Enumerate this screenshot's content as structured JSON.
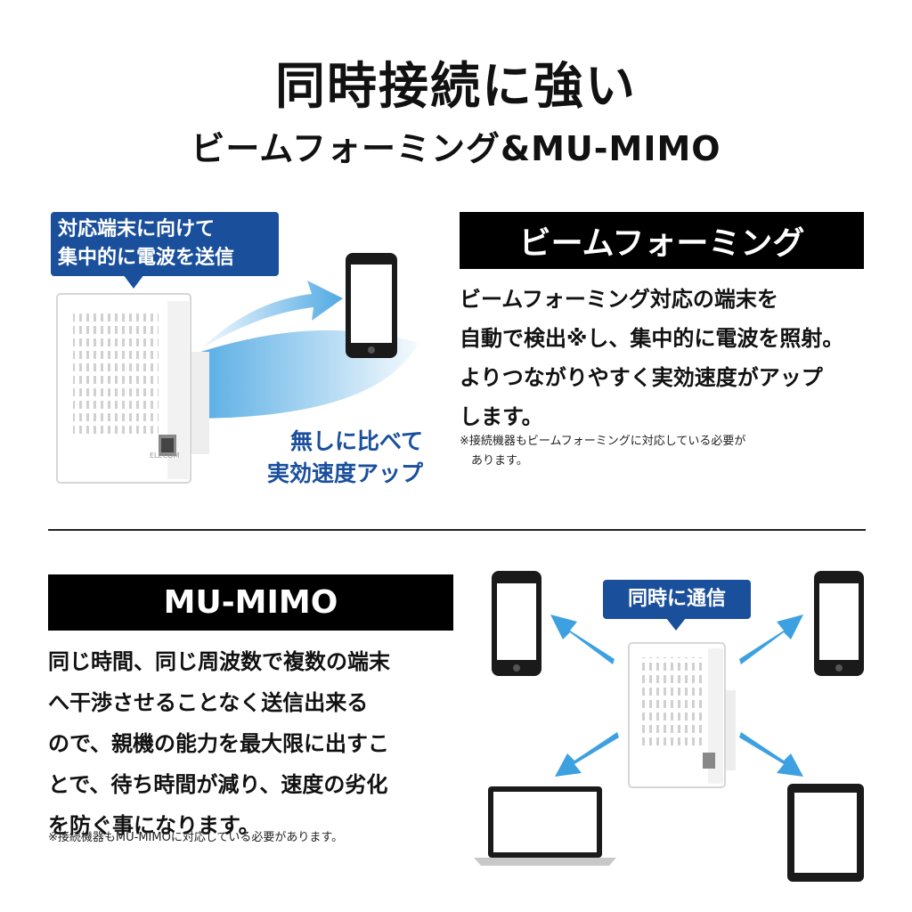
{
  "heading": {
    "title": "同時接続に強い",
    "subtitle": "ビームフォーミング&MU-MIMO"
  },
  "beamforming": {
    "bar_label": "ビームフォーミング",
    "callout_lines": [
      "対応端末に向けて",
      "集中的に電波を送信"
    ],
    "compare_lines": [
      "無しに比べて",
      "実効速度アップ"
    ],
    "description_lines": [
      "ビームフォーミング対応の端末を",
      "自動で検出※し、集中的に電波を照射。",
      "よりつながりやすく実効速度がアップ",
      "します。"
    ],
    "note_lines": [
      "※接続機器もビームフォーミングに対応している必要が",
      "　あります。"
    ]
  },
  "mumimo": {
    "bar_label": "MU-MIMO",
    "callout": "同時に通信",
    "description_lines": [
      "同じ時間、同じ周波数で複数の端末",
      "へ干渉させることなく送信出来る",
      "ので、親機の能力を最大限に出すこ",
      "とで、待ち時間が減り、速度の劣化",
      "を防ぐ事になります。"
    ],
    "note": "※接続機器もMU-MIMOに対応している必要があります。"
  },
  "device_brand": "ELECOM",
  "colors": {
    "accent_blue": "#1a4f9c",
    "beam_blue": "#3da0e0"
  }
}
